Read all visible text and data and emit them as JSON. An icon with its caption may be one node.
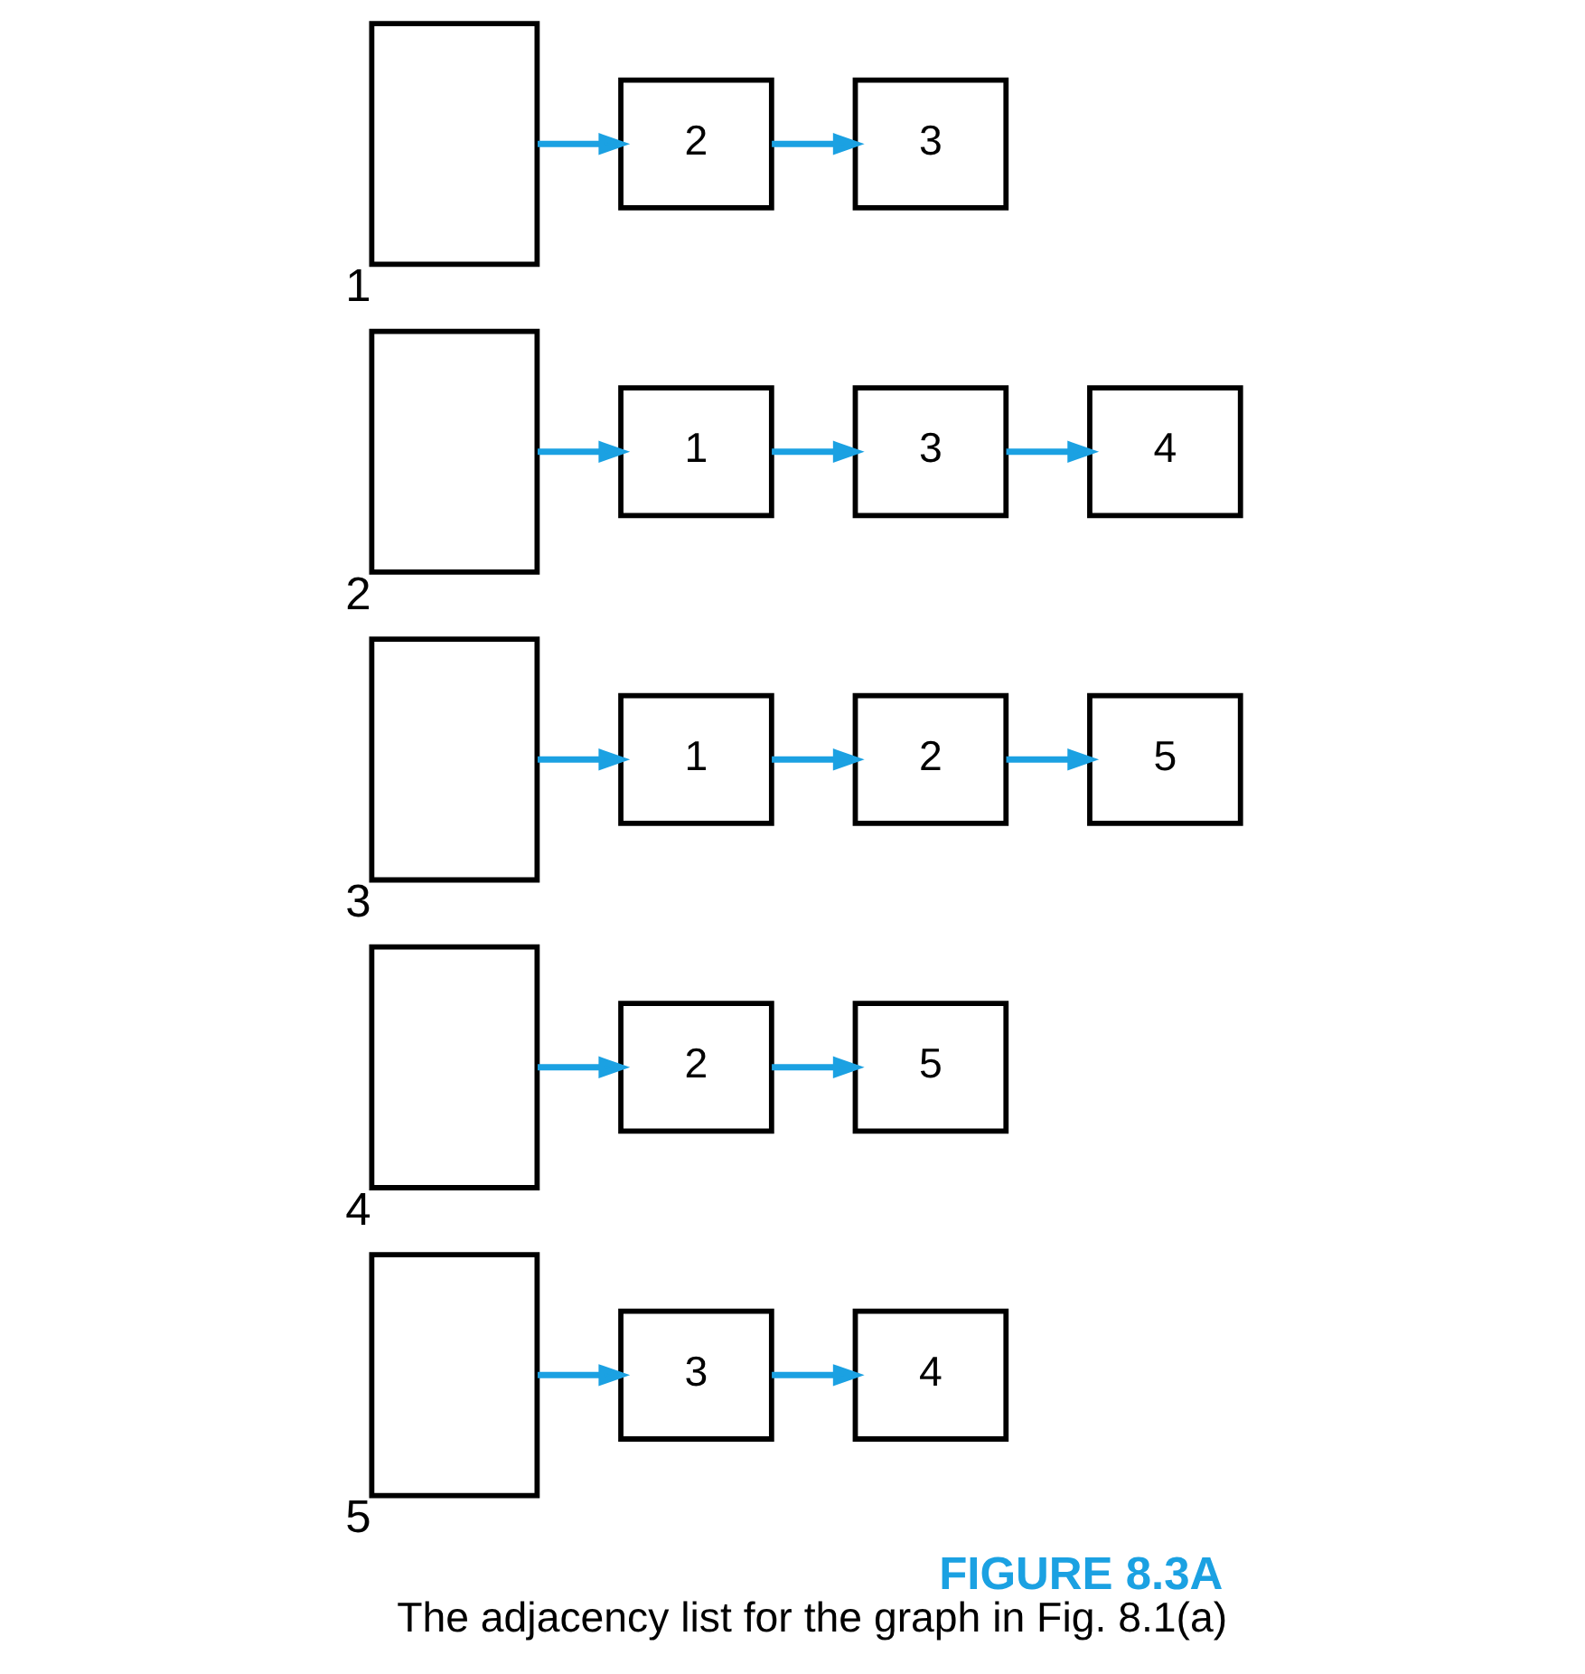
{
  "diagram": {
    "title": "FIGURE 8.3A",
    "caption": "The adjacency list for the graph in Fig. 8.1(a)",
    "nodes": [
      {
        "text": [],
        "shape": "box",
        "beside": [
          "1"
        ]
      },
      {
        "text": [
          "2"
        ]
      },
      {
        "text": [
          "3"
        ]
      },
      {
        "text": [],
        "shape": "box",
        "beside": [
          "2"
        ]
      },
      {
        "text": [
          "1"
        ]
      },
      {
        "text": [
          "3"
        ]
      },
      {
        "text": [
          "4"
        ]
      },
      {
        "text": [],
        "shape": "box",
        "beside": [
          "3"
        ]
      },
      {
        "text": [
          "1"
        ]
      },
      {
        "text": [
          "2"
        ]
      },
      {
        "text": [
          "5"
        ]
      },
      {
        "text": [],
        "shape": "box",
        "beside": [
          "4"
        ]
      },
      {
        "text": [
          "2"
        ]
      },
      {
        "text": [
          "5"
        ]
      },
      {
        "text": [],
        "shape": "box",
        "beside": [
          "5"
        ]
      },
      {
        "text": [
          "3"
        ]
      },
      {
        "text": [
          "4"
        ]
      }
    ],
    "edges": [
      {
        "from": 0,
        "to": 1,
        "arrow": "to"
      },
      {
        "from": 1,
        "to": 2,
        "arrow": "to"
      },
      {
        "from": 3,
        "to": 4,
        "arrow": "to"
      },
      {
        "from": 4,
        "to": 5,
        "arrow": "to"
      },
      {
        "from": 5,
        "to": 6,
        "arrow": "to"
      },
      {
        "from": 7,
        "to": 8,
        "arrow": "to"
      },
      {
        "from": 8,
        "to": 9,
        "arrow": "to"
      },
      {
        "from": 9,
        "to": 10,
        "arrow": "to"
      },
      {
        "from": 11,
        "to": 12,
        "arrow": "to"
      },
      {
        "from": 12,
        "to": 13,
        "arrow": "to"
      },
      {
        "from": 14,
        "to": 15,
        "arrow": "to"
      },
      {
        "from": 15,
        "to": 16,
        "arrow": "to"
      }
    ]
  }
}
